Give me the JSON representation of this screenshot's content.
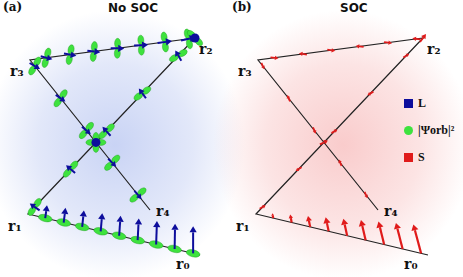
{
  "diagram": {
    "labels": [
      "(a)",
      "No SOC",
      "(b)",
      "SOC",
      "r₃",
      "r₂",
      "r₁",
      "r₄",
      "r₀",
      "r₃",
      "r₂",
      "r₁",
      "r₄",
      "r₀"
    ],
    "legend": [
      {
        "text": "L",
        "color": "#0d0d9c"
      },
      {
        "text": "|Ψorb|²",
        "color": "#3ee23e"
      },
      {
        "text": "S",
        "color": "#e01b1b"
      }
    ]
  }
}
